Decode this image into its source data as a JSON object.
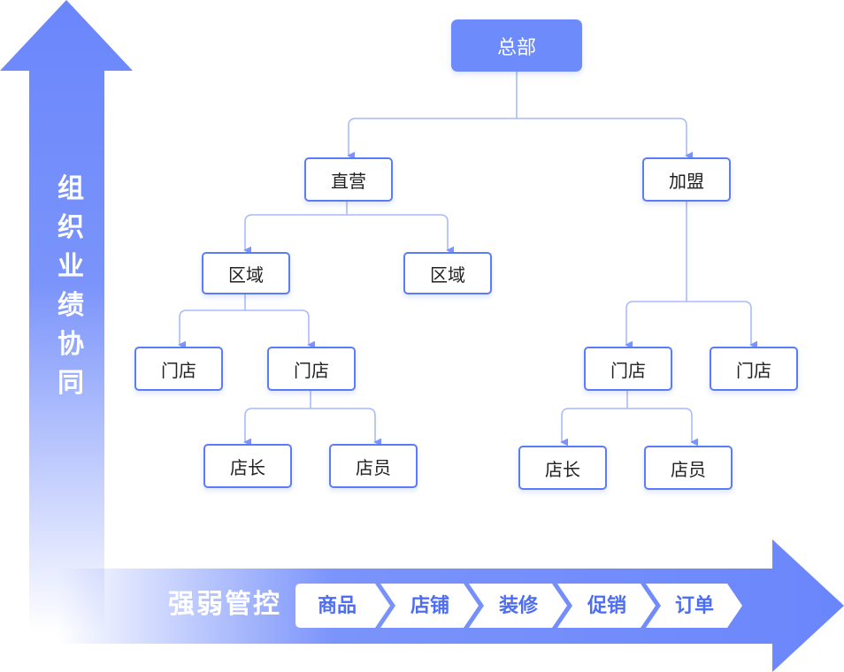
{
  "axis_vertical_label": "组织业绩协同",
  "axis_horizontal_label": "强弱管控",
  "control_items": [
    "商品",
    "店铺",
    "装修",
    "促销",
    "订单"
  ],
  "tree": {
    "root": "总部",
    "channels": [
      "直营",
      "加盟"
    ],
    "region_left": "区域",
    "region_right": "区域",
    "store_a": "门店",
    "store_b": "门店",
    "store_c": "门店",
    "store_d": "门店",
    "manager_left": "店长",
    "clerk_left": "店员",
    "manager_right": "店长",
    "clerk_right": "店员"
  },
  "colors": {
    "accent": "#6e8bfb",
    "node_border": "#5b7cf7",
    "connector": "#a9bafc",
    "chip_text": "#4d6ef2"
  }
}
